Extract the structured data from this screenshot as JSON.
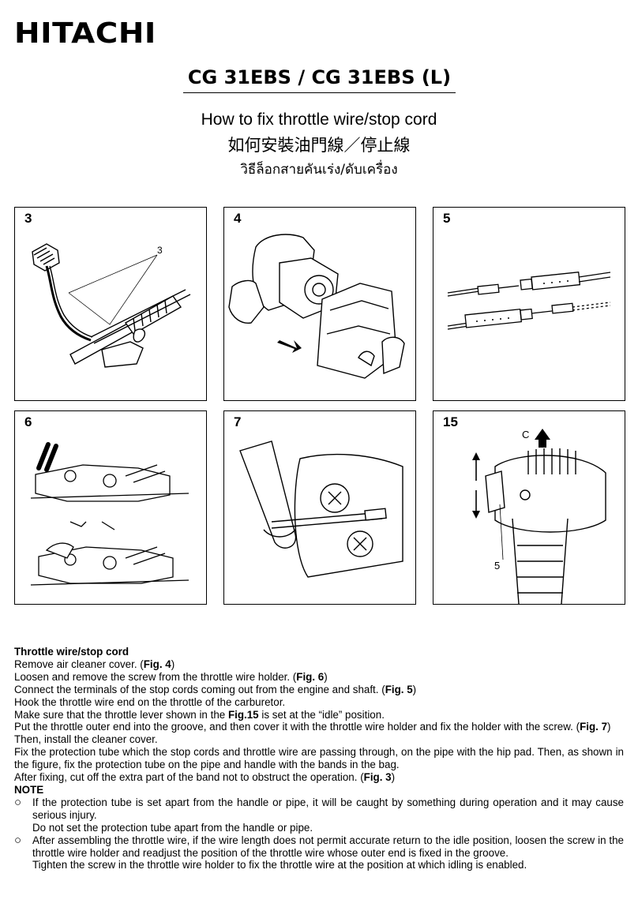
{
  "header": {
    "brand": "HITACHI",
    "model": "CG 31EBS / CG 31EBS (L)",
    "title_en": "How to fix throttle wire/stop cord",
    "title_zh": "如何安裝油門線／停止線",
    "title_th": "วิธีล็อกสายคันเร่ง/ดับเครื่อง"
  },
  "figures": [
    {
      "num": "3",
      "callouts": [
        "3"
      ]
    },
    {
      "num": "4",
      "callouts": []
    },
    {
      "num": "5",
      "callouts": []
    },
    {
      "num": "6",
      "callouts": []
    },
    {
      "num": "7",
      "callouts": []
    },
    {
      "num": "15",
      "callouts": [
        "C",
        "5"
      ]
    }
  ],
  "instructions": {
    "heading": "Throttle wire/stop cord",
    "steps": [
      {
        "text": "Remove air cleaner cover. (",
        "ref": "Fig. 4",
        "tail": ")"
      },
      {
        "text": "Loosen and remove the screw from the throttle wire holder. (",
        "ref": "Fig. 6",
        "tail": ")"
      },
      {
        "text": "Connect the terminals of the stop cords coming out from the engine and shaft. (",
        "ref": "Fig. 5",
        "tail": ")"
      },
      {
        "text": "Hook the throttle wire end on the throttle of the carburetor.",
        "ref": "",
        "tail": ""
      },
      {
        "text": "Make sure that the throttle lever shown in the ",
        "ref": "Fig.15",
        "tail": " is set at the “idle” position."
      },
      {
        "text": "Put the throttle outer end into the groove, and then cover it with the throttle wire holder and fix the holder with the screw. (",
        "ref": "Fig. 7",
        "tail": ")"
      },
      {
        "text": "Then, install the cleaner cover.",
        "ref": "",
        "tail": ""
      },
      {
        "text": "Fix the protection tube which the stop cords and throttle wire are passing through, on the pipe with the hip pad. Then, as shown in the figure, fix the protection tube on the pipe and handle with the bands in the bag.",
        "ref": "",
        "tail": ""
      },
      {
        "text": "After fixing, cut off the extra part of the band not to obstruct the operation. (",
        "ref": "Fig. 3",
        "tail": ")"
      }
    ],
    "note_heading": "NOTE",
    "notes": [
      {
        "bullet": "○",
        "lines": [
          "If the protection tube is set apart from the handle or pipe, it will be caught by something during operation and it may cause serious injury.",
          "Do not set the protection tube apart from the handle or pipe."
        ]
      },
      {
        "bullet": "○",
        "lines": [
          "After assembling the throttle wire, if the wire length does not permit accurate return to the idle position, loosen the screw in the throttle wire holder and readjust the position of the throttle wire whose outer end is fixed in the groove.",
          "Tighten the screw in the throttle wire holder to fix the throttle wire at the position at which idling is enabled."
        ]
      }
    ]
  }
}
